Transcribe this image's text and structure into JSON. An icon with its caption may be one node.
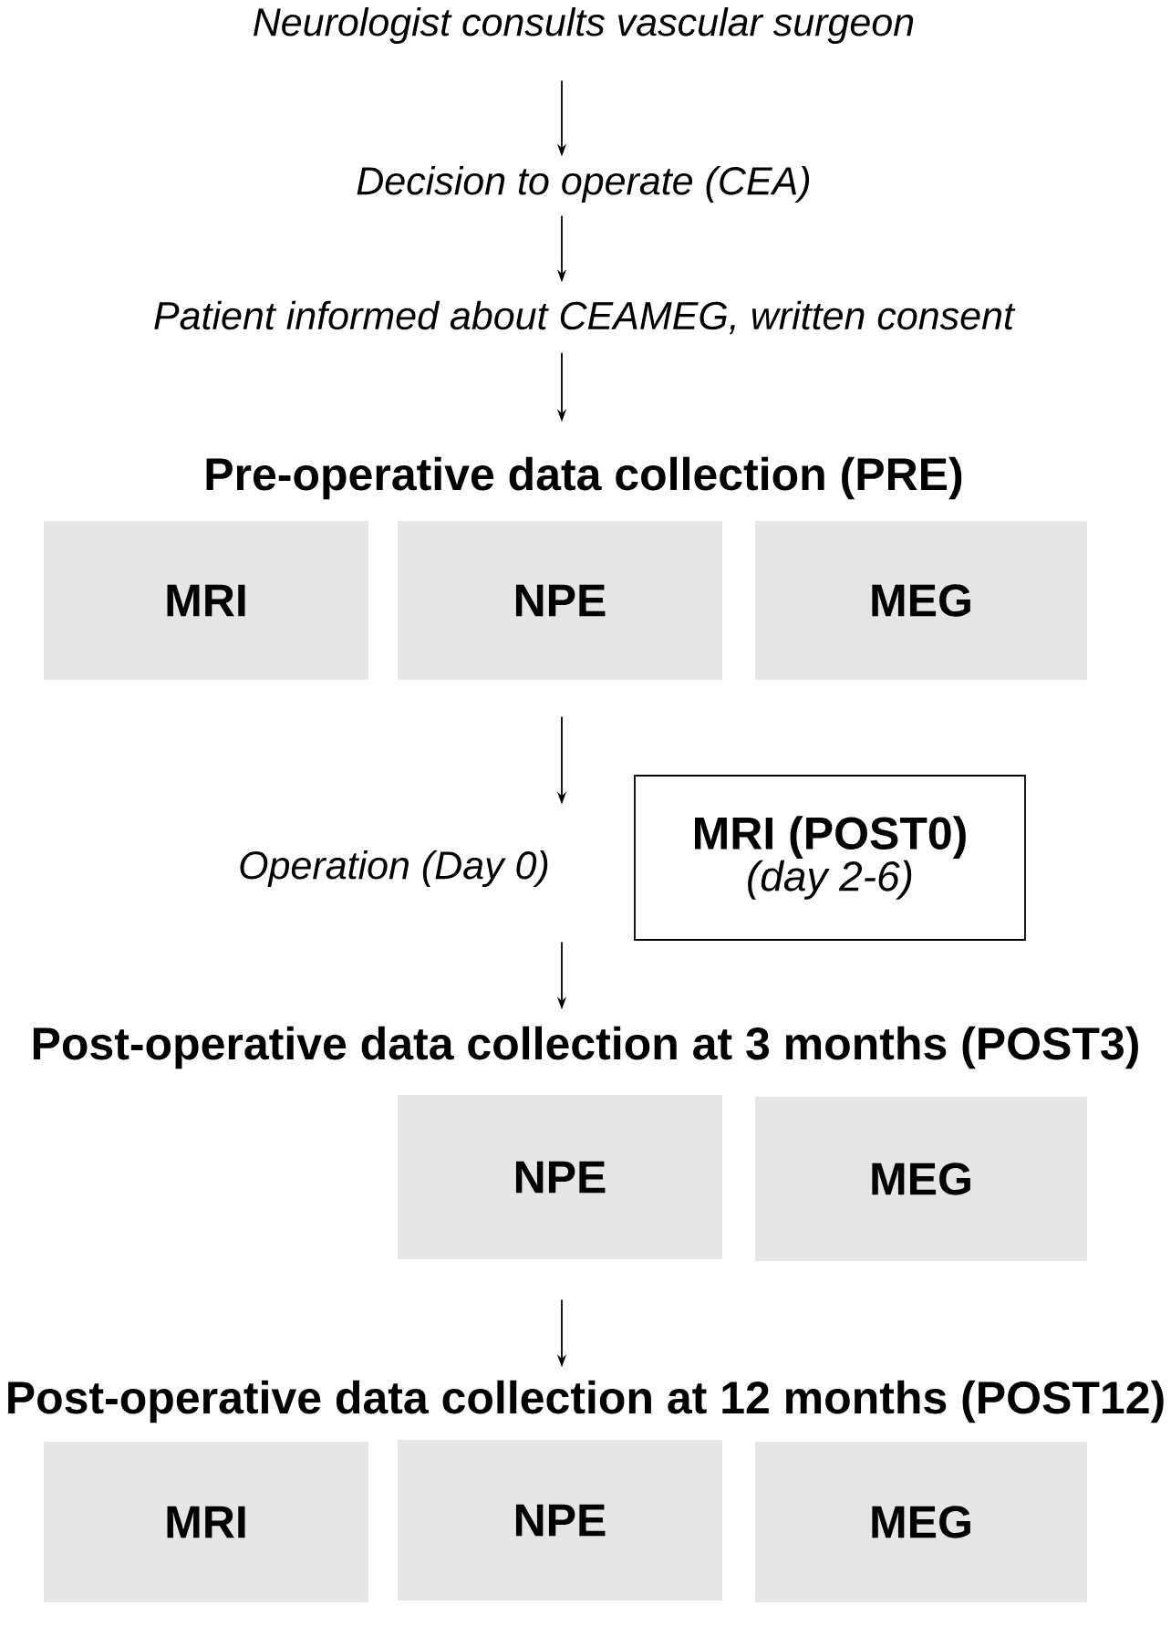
{
  "diagram": {
    "nodes": [
      {
        "text": [
          "Neurologist consults vascular surgeon"
        ]
      },
      {
        "text": [
          "Decision to operate (CEA)"
        ]
      },
      {
        "text": [
          "Patient informed about CEAMEG, written consent"
        ]
      },
      {
        "text": [
          "Pre-operative data collection (PRE)"
        ]
      },
      {
        "text": [
          "MRI"
        ]
      },
      {
        "text": [
          "NPE"
        ]
      },
      {
        "text": [
          "MEG"
        ]
      },
      {
        "text": [
          "Operation (Day 0)"
        ]
      },
      {
        "text": [
          "MRI (POST0)",
          "(day 2-6)"
        ]
      },
      {
        "text": [
          "Post-operative data collection at 3 months (POST3)"
        ]
      },
      {
        "text": [
          "NPE"
        ]
      },
      {
        "text": [
          "MEG"
        ]
      },
      {
        "text": [
          "Post-operative data collection at 12 months (POST12)"
        ]
      },
      {
        "text": [
          "MRI"
        ]
      },
      {
        "text": [
          "NPE"
        ]
      },
      {
        "text": [
          "MEG"
        ]
      }
    ],
    "edges": [
      {
        "from": 0,
        "to": 1,
        "arrow": "to"
      },
      {
        "from": 1,
        "to": 2,
        "arrow": "to"
      },
      {
        "from": 2,
        "to": 3,
        "arrow": "to"
      },
      {
        "from": 5,
        "to": 7,
        "arrow": "to"
      },
      {
        "from": 7,
        "to": 9,
        "arrow": "to"
      },
      {
        "from": 10,
        "to": 12,
        "arrow": "to"
      }
    ]
  }
}
